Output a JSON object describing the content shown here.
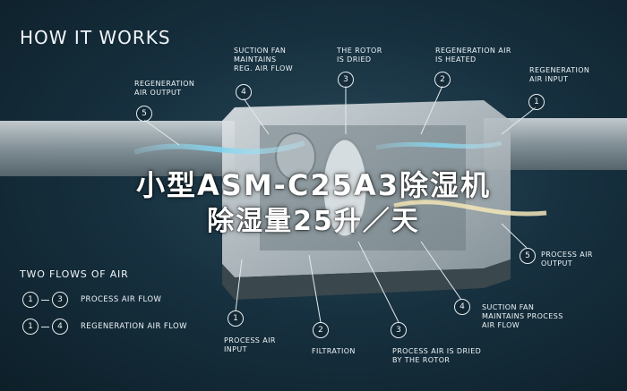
{
  "header": {
    "title": "HOW IT WORKS"
  },
  "callouts": [
    {
      "n": "1",
      "text": "REGENERATION\nAIR INPUT"
    },
    {
      "n": "2",
      "text": "REGENERATION AIR\nIS HEATED"
    },
    {
      "n": "3",
      "text": "THE ROTOR\nIS DRIED"
    },
    {
      "n": "4",
      "text": "SUCTION FAN\nMAINTAINS\nREG. AIR FLOW"
    },
    {
      "n": "5",
      "text": "REGENERATION\nAIR OUTPUT"
    },
    {
      "n": "5",
      "text": "PROCESS AIR\nOUTPUT"
    },
    {
      "n": "4",
      "text": "SUCTION FAN\nMAINTAINS PROCESS\nAIR FLOW"
    },
    {
      "n": "1",
      "text": "PROCESS AIR\nINPUT"
    },
    {
      "n": "2",
      "text": "FILTRATION"
    },
    {
      "n": "3",
      "text": "PROCESS AIR IS DRIED\nBY THE ROTOR"
    }
  ],
  "legend": {
    "title": "TWO FLOWS OF AIR",
    "rows": [
      {
        "from": "1",
        "to": "3",
        "label": "PROCESS AIR FLOW"
      },
      {
        "from": "1",
        "to": "4",
        "label": "REGENERATION AIR FLOW"
      }
    ]
  },
  "overlay": {
    "line1": "小型ASM-C25A3除湿机",
    "line2": "除湿量25升／天"
  },
  "colors": {
    "background": "#173140",
    "duct": "#9aa7ad",
    "machine": "#c9d0d4",
    "regen_flow": "#7fd3ee",
    "process_flow": "#f4e6b8"
  }
}
